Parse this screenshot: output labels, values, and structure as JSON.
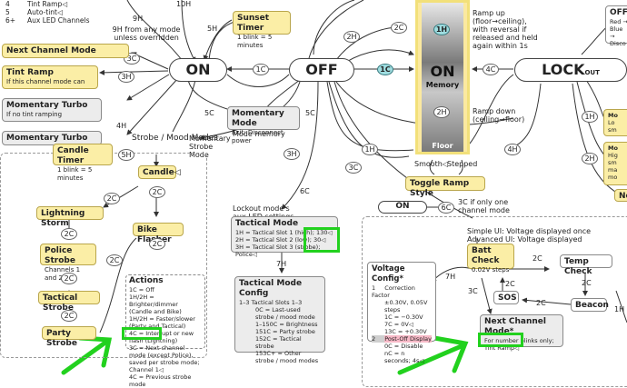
{
  "top_left": {
    "rows": [
      {
        "n": "4",
        "t": "Tint Ramp◁"
      },
      {
        "n": "5",
        "t": "Auto-tint◁"
      },
      {
        "n": "6+",
        "t": "Aux LED Channels"
      }
    ]
  },
  "edge_labels": {
    "h10": "10H",
    "h9": "9H",
    "h9_note": "9H from any mode unless overridden",
    "h5_sunset": "5H",
    "c3_next": "3C",
    "h3_tint": "3H",
    "c1": "1C",
    "c1b": "1C",
    "h2_top": "2H",
    "c2_top": "2C",
    "c4": "4C",
    "h4": "4H",
    "c5": "5C",
    "c5b": "5C",
    "h3_strobe": "3H",
    "h1": "1H",
    "h4_lock": "4H",
    "c6": "6C",
    "c3_batt": "3C",
    "h2_on": "2H",
    "h1_lock": "1H",
    "h2_lock": "2H",
    "h5_cat": "5H",
    "c2_cat": "2C",
    "c2_bike": "2C",
    "c2_lightning": "2C",
    "c2_police": "2C",
    "c2_tact": "2C",
    "c2_party": "2C",
    "h7_tac": "7H",
    "h7_batt": "7H",
    "c3_bnext": "3C",
    "c2_temp": "2C",
    "c2_sos": "2C",
    "c2_beacon": "2C",
    "h1_right": "1H",
    "c6_toggle": "6C"
  },
  "main_states": {
    "on": "ON",
    "off": "OFF",
    "lock": "LOCK",
    "lock_sub": "OUT"
  },
  "ramp": {
    "on": "ON",
    "memory": "Memory",
    "floor": "Floor",
    "h1": "1H",
    "h2": "2H",
    "note_up": "Ramp up (floor→ceiling), with reversal if released and held again within 1s",
    "note_down": "Ramp down (ceiling→floor)"
  },
  "boxes": {
    "sunset": {
      "title": "Sunset Timer",
      "sub": "1 blink = 5 minutes"
    },
    "next_channel": {
      "title": "Next Channel Mode"
    },
    "tint_ramp": {
      "title": "Tint Ramp",
      "sub": "If this channel mode can"
    },
    "mom_turbo1": {
      "title": "Momentary Turbo",
      "sub": "If no tint ramping"
    },
    "mom_turbo2": {
      "title": "Momentary Turbo"
    },
    "mom_mode": {
      "title": "Momentary Mode",
      "sub": "Exit: Disconnect power"
    },
    "mom_strobe_note": "Momentary Strobe Mode",
    "mode_memory": "Mode memory"
  },
  "strobe_group": {
    "title": "Strobe / Mood Modes",
    "candle_timer": {
      "title": "Candle Timer",
      "sub": "1 blink = 5 minutes"
    },
    "candle": "Candle◁",
    "lightning": "Lightning Storm",
    "bike": "Bike Flasher",
    "police": {
      "title": "Police Strobe",
      "sub": "Channels 1 and 2"
    },
    "tactical": "Tactical Strobe",
    "party": "Party Strobe"
  },
  "actions": {
    "title": "Actions",
    "lines": [
      "1C = Off",
      "1H/2H = Brighter/dimmer (Candle and Bike)",
      "1H/2H = Faster/slower (Party and Tactical)",
      "4C = Interrupt or new flash (Lightning)",
      "3C = Next channel mode (except Police),",
      "saved per strobe mode;",
      "Channel 1◁",
      "4C = Previous strobe mode"
    ]
  },
  "lockout_note": "Lockout mode's aux LED settings",
  "tactical_mode": {
    "title": "Tactical Mode",
    "lines": [
      "1H = Tactical Slot 1 (high); 130◁",
      "2H = Tactical Slot 2 (low); 30◁",
      "3H = Tactical Slot 3 (strobe); Police◁"
    ]
  },
  "tactical_config": {
    "title": "Tactical Mode Config",
    "header": "1–3   Tactical Slots 1–3",
    "lines": [
      "0C = Last-used strobe / mood mode",
      "1–150C = Brightness",
      "151C = Party strobe",
      "152C = Tactical strobe",
      "153C+ = Other strobe / mood modes"
    ]
  },
  "toggle": {
    "smooth": "Smooth◁",
    "stepped": "Stepped",
    "title": "Toggle Ramp Style",
    "on": "ON",
    "note": "3C if only one channel mode"
  },
  "right_top": {
    "off": "OFF",
    "lines": [
      "Red →",
      "Blue →",
      "Disco"
    ],
    "mom": [
      "Mo",
      "Lo",
      "sm"
    ],
    "mom2": [
      "Mo",
      "Hig",
      "sm",
      "ma",
      "mo"
    ],
    "ne": "Ne"
  },
  "simple_ui_note": [
    "Simple UI: Voltage displayed once",
    "Advanced UI: Voltage displayed continuously"
  ],
  "batt_check": {
    "title": "Batt Check",
    "sub": "0.02V steps"
  },
  "temp_check": "Temp Check",
  "sos": "SOS",
  "beacon": "Beacon",
  "voltage_config": {
    "title": "Voltage Config*",
    "n1": "1",
    "l1": "Correction Factor",
    "l1a": "±0.30V, 0.05V steps",
    "l1b": "1C = −0.30V",
    "l1c": "7C = 0V◁",
    "l1d": "13C = +0.30V",
    "n2": "2",
    "l2": "Post-Off Display",
    "l2a": "0C = Disable",
    "l2b": "nC = n seconds; 4s◁"
  },
  "next_channel_star": {
    "title": "Next Channel Mode*",
    "l1": "For number blinks only;",
    "l2": "Tint Ramp◁"
  }
}
